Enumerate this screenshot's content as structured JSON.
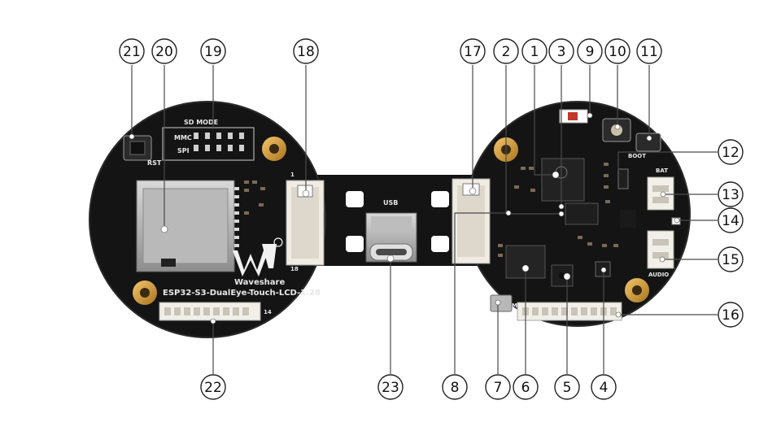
{
  "board": {
    "brand": "Waveshare",
    "model": "ESP32-S3-DualEye-Touch-LCD-1.28",
    "silkscreen": {
      "sd_mode": "SD MODE",
      "mmc": "MMC",
      "spi": "SPI",
      "rst": "RST",
      "usb": "USB",
      "bat": "BAT",
      "audio": "AUDIO",
      "mic": "MIC",
      "boot": "BOOT",
      "pin_1": "1",
      "pin_18": "18",
      "pin_14": "14"
    }
  },
  "callouts": [
    {
      "id": "21",
      "label": "21"
    },
    {
      "id": "20",
      "label": "20"
    },
    {
      "id": "19",
      "label": "19"
    },
    {
      "id": "18",
      "label": "18"
    },
    {
      "id": "17",
      "label": "17"
    },
    {
      "id": "2",
      "label": "2"
    },
    {
      "id": "1",
      "label": "1"
    },
    {
      "id": "3",
      "label": "3"
    },
    {
      "id": "9",
      "label": "9"
    },
    {
      "id": "10",
      "label": "10"
    },
    {
      "id": "11",
      "label": "11"
    },
    {
      "id": "12",
      "label": "12"
    },
    {
      "id": "13",
      "label": "13"
    },
    {
      "id": "14",
      "label": "14"
    },
    {
      "id": "15",
      "label": "15"
    },
    {
      "id": "16",
      "label": "16"
    },
    {
      "id": "22",
      "label": "22"
    },
    {
      "id": "23",
      "label": "23"
    },
    {
      "id": "8",
      "label": "8"
    },
    {
      "id": "7",
      "label": "7"
    },
    {
      "id": "6",
      "label": "6"
    },
    {
      "id": "5",
      "label": "5"
    },
    {
      "id": "4",
      "label": "4"
    }
  ]
}
